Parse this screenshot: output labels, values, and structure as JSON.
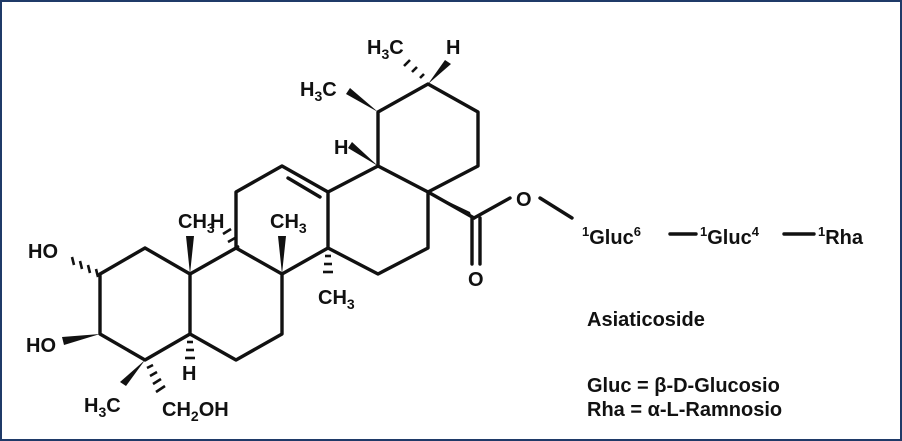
{
  "molecule": {
    "name": "Asiaticoside",
    "labels": {
      "ho_top": "HO",
      "ho_bottom": "HO",
      "ch3_a": "CH",
      "ch3_a_sub": "3",
      "ch3_b": "CH",
      "ch3_b_sub": "3",
      "ch3_c": "CH",
      "ch3_c_sub": "3",
      "h_a": "H",
      "h_b": "H",
      "h_top": "H",
      "h3c_top_a": "H",
      "h3c_top_a_sub": "3",
      "h3c_top_a_c": "C",
      "h3c_top_b": "H",
      "h3c_top_b_sub": "3",
      "h3c_top_b_c": "C",
      "h3c_bottom": "H",
      "h3c_bottom_sub": "3",
      "h3c_bottom_c": "C",
      "ch2oh_ch": "CH",
      "ch2oh_sub": "2",
      "ch2oh_oh": "OH",
      "ester_o": "O",
      "carbonyl_o": "O"
    },
    "chain": {
      "gluc1_pre": "1",
      "gluc1": "Gluc",
      "gluc1_post": "6",
      "gluc2_pre": "1",
      "gluc2": "Gluc",
      "gluc2_post": "4",
      "rha_pre": "1",
      "rha": "Rha"
    },
    "legend": {
      "gluc_line": "Gluc = β-D-Glucosio",
      "rha_line": "Rha = α-L-Ramnosio"
    }
  }
}
